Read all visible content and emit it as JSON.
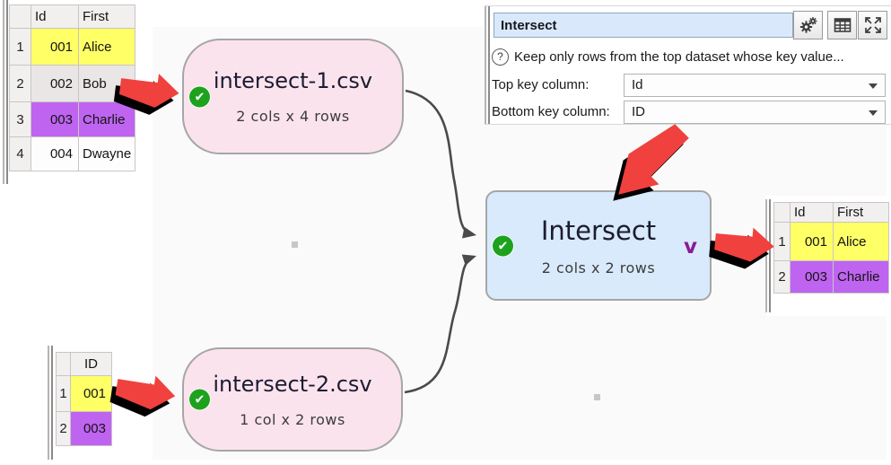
{
  "panel": {
    "title": "Intersect",
    "help_glyph": "?",
    "help_text": "Keep only rows from the top dataset whose key value...",
    "top_key_label": "Top key column:",
    "top_key_value": "Id",
    "bottom_key_label": "Bottom key column:",
    "bottom_key_value": "ID",
    "icons": [
      "settings-icon",
      "table-icon",
      "expand-icon"
    ]
  },
  "nodes": {
    "source1": {
      "title": "intersect-1.csv",
      "subtitle": "2 cols x 4 rows",
      "status": "ok"
    },
    "source2": {
      "title": "intersect-2.csv",
      "subtitle": "1 col x 2 rows",
      "status": "ok"
    },
    "intersect": {
      "title": "Intersect",
      "subtitle": "2 cols x 2 rows",
      "status": "ok",
      "chevron": "v"
    }
  },
  "check_glyph": "✔",
  "tables": {
    "input1": {
      "headers": [
        "Id",
        "First"
      ],
      "rows": [
        {
          "num": "1",
          "id": "001",
          "first": "Alice",
          "bg": "background:#ffff66"
        },
        {
          "num": "2",
          "id": "002",
          "first": "Bob",
          "bg": "background:#eae6e6"
        },
        {
          "num": "3",
          "id": "003",
          "first": "Charlie",
          "bg": "background:#bf64f0"
        },
        {
          "num": "4",
          "id": "004",
          "first": "Dwayne",
          "bg": "background:#fdfdfd"
        }
      ]
    },
    "input2": {
      "headers": [
        "ID"
      ],
      "rows": [
        {
          "num": "1",
          "id": "001",
          "bg": "background:#ffff66"
        },
        {
          "num": "2",
          "id": "003",
          "bg": "background:#bf64f0"
        }
      ]
    },
    "output": {
      "headers": [
        "Id",
        "First"
      ],
      "rows": [
        {
          "num": "1",
          "id": "001",
          "first": "Alice",
          "bg": "background:#ffff66"
        },
        {
          "num": "2",
          "id": "003",
          "first": "Charlie",
          "bg": "background:#bf64f0"
        }
      ]
    }
  },
  "colors": {
    "highlight_yellow": "#ffff66",
    "highlight_purple": "#bf64f0",
    "node_pink": "#fbe3ee",
    "node_blue": "#d8eafb",
    "check_green": "#1ea21e",
    "arrow_red": "#f0413e",
    "chevron_purple": "#8b1a9b"
  }
}
